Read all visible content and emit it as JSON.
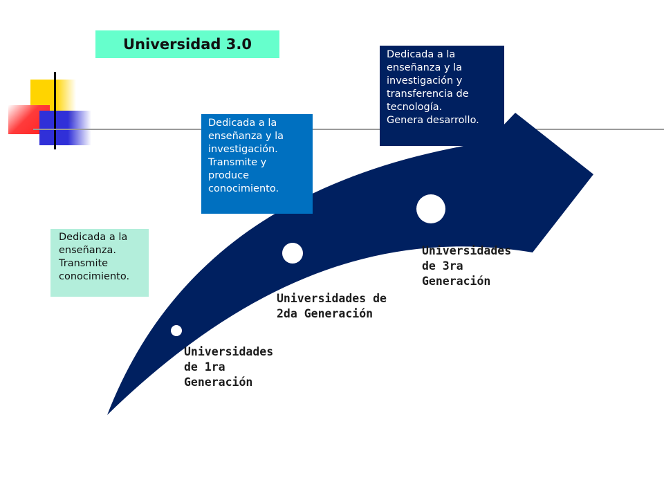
{
  "title": "Universidad 3.0",
  "colors": {
    "arrow": "#002060",
    "title_bg": "#66ffcc",
    "box_1_bg": "#b3eedb",
    "box_2_bg": "#0070c0",
    "box_3_bg": "#002060"
  },
  "descriptions": [
    {
      "lines": [
        "Dedicada a la",
        "enseñanza.",
        "Transmite",
        "conocimiento."
      ]
    },
    {
      "lines": [
        "Dedicada a la",
        "enseñanza y la",
        "investigación.",
        "Transmite y",
        "produce",
        "conocimiento."
      ]
    },
    {
      "lines": [
        "Dedicada a la",
        "enseñanza y la",
        "investigación y",
        "transferencia de",
        "tecnología.",
        "Genera desarrollo."
      ]
    }
  ],
  "generations": [
    {
      "lines": [
        "Universidades",
        "de 1ra",
        "Generación"
      ]
    },
    {
      "lines": [
        "Universidades de",
        "2da Generación"
      ]
    },
    {
      "lines": [
        "Universidades",
        "de 3ra",
        "Generación"
      ]
    }
  ]
}
